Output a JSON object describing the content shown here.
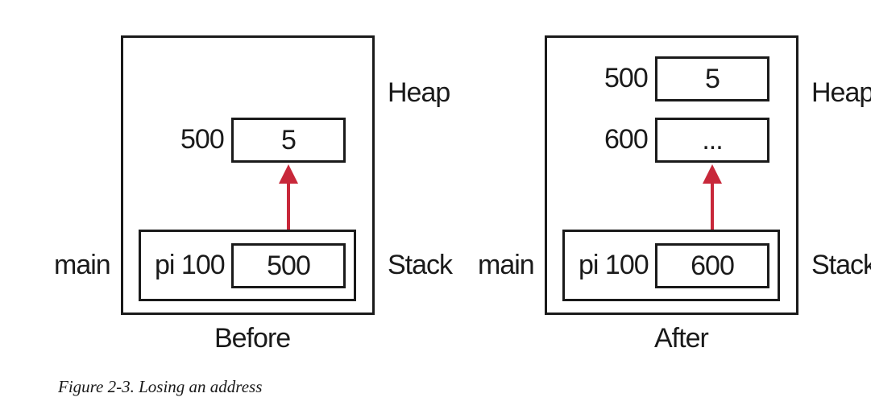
{
  "colors": {
    "arrow": "#c8283a",
    "stroke": "#1a1a1a"
  },
  "before": {
    "title": "Before",
    "heap_label": "Heap",
    "stack_label": "Stack",
    "frame_label": "main",
    "heap_cells": [
      {
        "address": "500",
        "value": "5"
      }
    ],
    "stack_var": {
      "label": "pi 100",
      "value": "500"
    }
  },
  "after": {
    "title": "After",
    "heap_label": "Heap",
    "stack_label": "Stack",
    "frame_label": "main",
    "heap_cells": [
      {
        "address": "500",
        "value": "5"
      },
      {
        "address": "600",
        "value": "..."
      }
    ],
    "stack_var": {
      "label": "pi 100",
      "value": "600"
    }
  },
  "caption": "Figure 2-3. Losing an address"
}
